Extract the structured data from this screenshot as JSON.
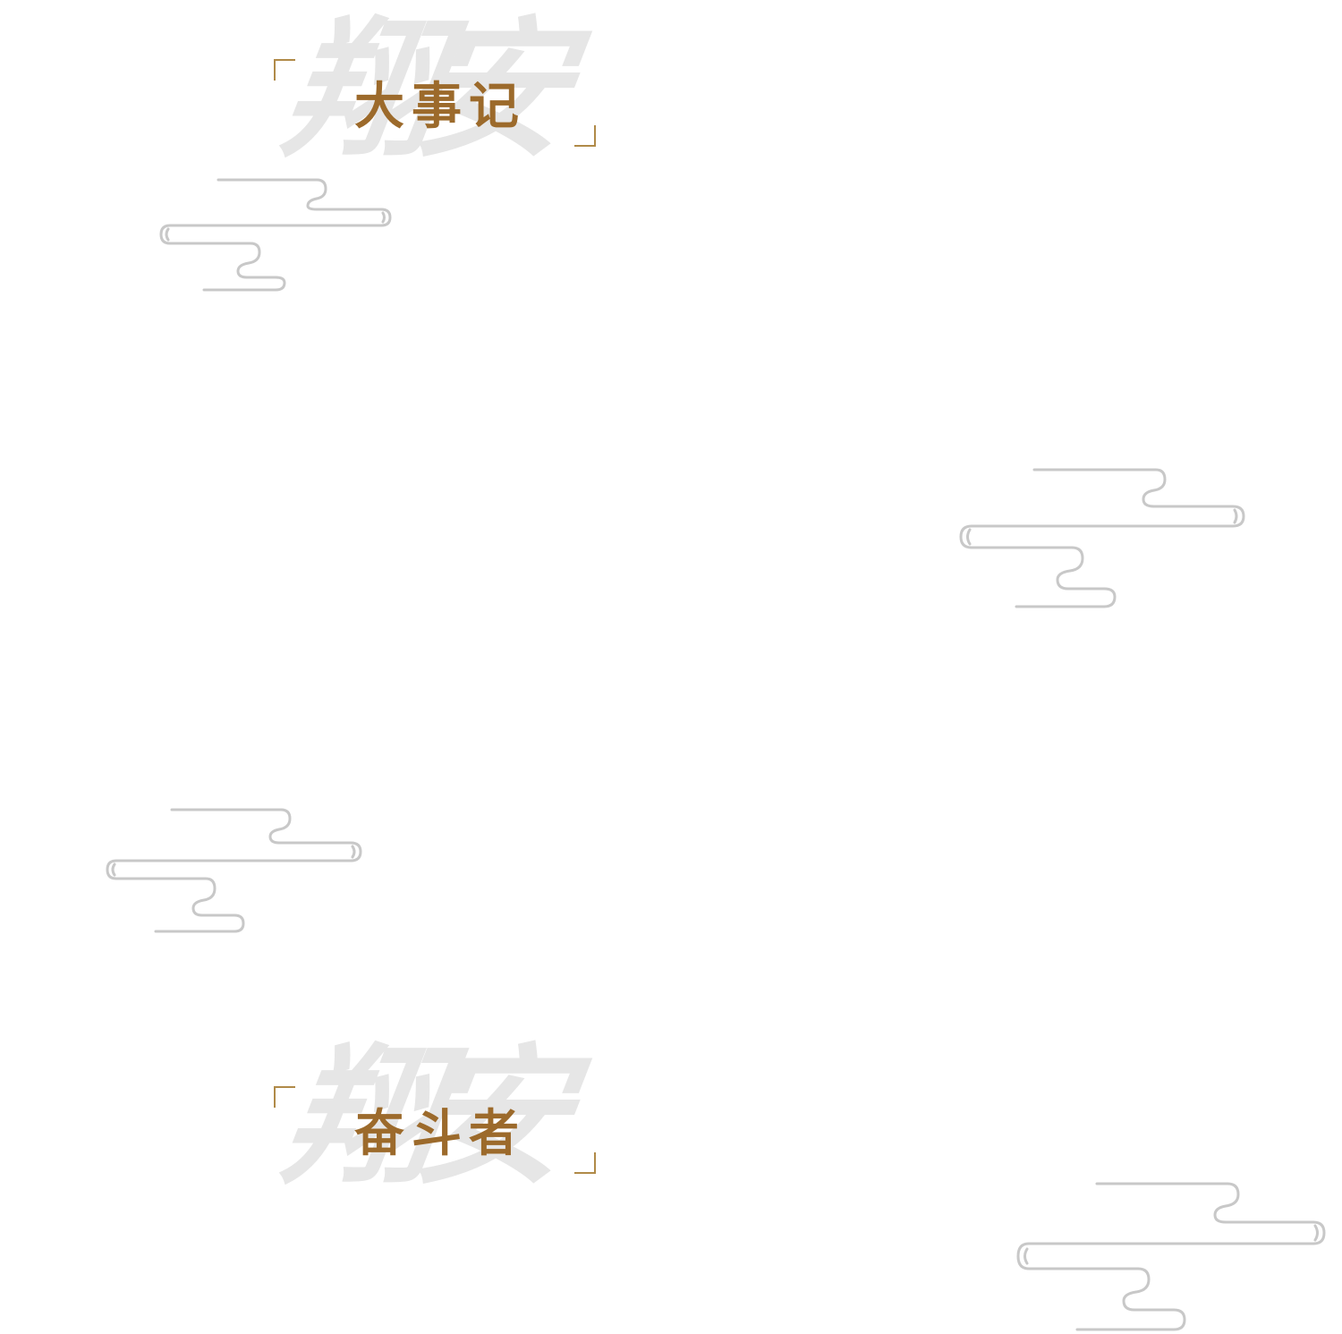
{
  "sections": [
    {
      "watermark": "翔安",
      "title": "大事记"
    },
    {
      "watermark": "翔安",
      "title": "奋斗者"
    }
  ],
  "decoration": {
    "cloud_icon": "cloud-scroll-icon",
    "cloud_color": "#c8c8c8",
    "title_color": "#9c6a2b",
    "bracket_color": "#b08a48",
    "watermark_color": "#e6e6e6"
  }
}
